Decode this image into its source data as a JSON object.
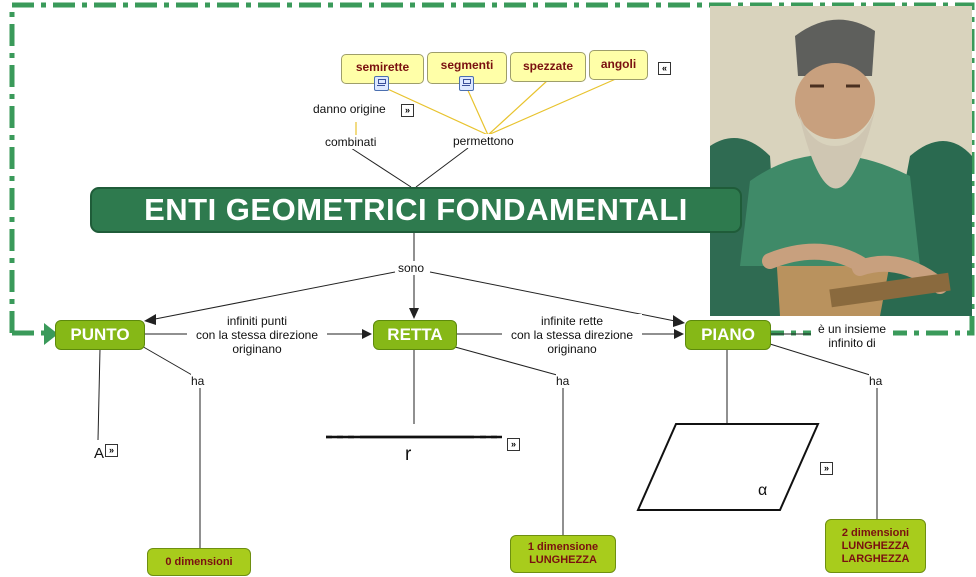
{
  "main_title": "ENTI GEOMETRICI FONDAMENTALI",
  "top_concepts": {
    "items": [
      "semirette",
      "segmenti",
      "spezzate",
      "angoli"
    ],
    "collapse_icon": "double-chevron-left-icon"
  },
  "link_labels": {
    "danno_origine": "danno origine",
    "combinati": "combinati",
    "permettono": "permettono",
    "sono": "sono",
    "punto_to_retta": "infiniti punti\ncon la stessa direzione\noriginano",
    "retta_to_piano": "infinite rette\ncon la stessa direzione\noriginano",
    "piano_note": "è un insieme\ninfinito di",
    "ha_1": "ha",
    "ha_2": "ha",
    "ha_3": "ha"
  },
  "nodes": {
    "punto": "PUNTO",
    "retta": "RETTA",
    "piano": "PIANO"
  },
  "symbols": {
    "point": "A",
    "line": "r",
    "plane": "α"
  },
  "dimensions": {
    "punto": "0 dimensioni",
    "retta": "1 dimensione\nLUNGHEZZA",
    "piano": "2 dimensioni\nLUNGHEZZA\nLARGHEZZA"
  },
  "colors": {
    "main_box": "#2e7a4e",
    "node_box": "#86b817",
    "dim_box": "#a8cc1c",
    "concept_box": "#ffffa8",
    "dashed_border": "#3a9a5a",
    "concept_text": "#7a1010"
  }
}
